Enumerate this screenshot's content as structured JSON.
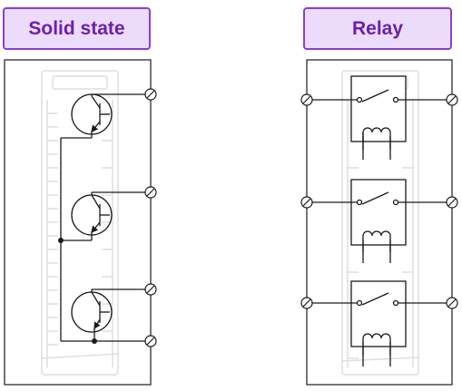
{
  "labels": {
    "solid_state": "Solid state",
    "relay": "Relay"
  },
  "colors": {
    "accent_border": "#8a3fd0",
    "accent_fill": "#ecdcfb",
    "accent_text": "#6a1fb0",
    "line": "#1a1a1a",
    "ghost_module": "#dedede"
  },
  "modules": [
    {
      "type": "solid-state",
      "channels": 3,
      "component": "transistor"
    },
    {
      "type": "relay",
      "channels": 3,
      "component": "relay-switch-coil"
    }
  ]
}
